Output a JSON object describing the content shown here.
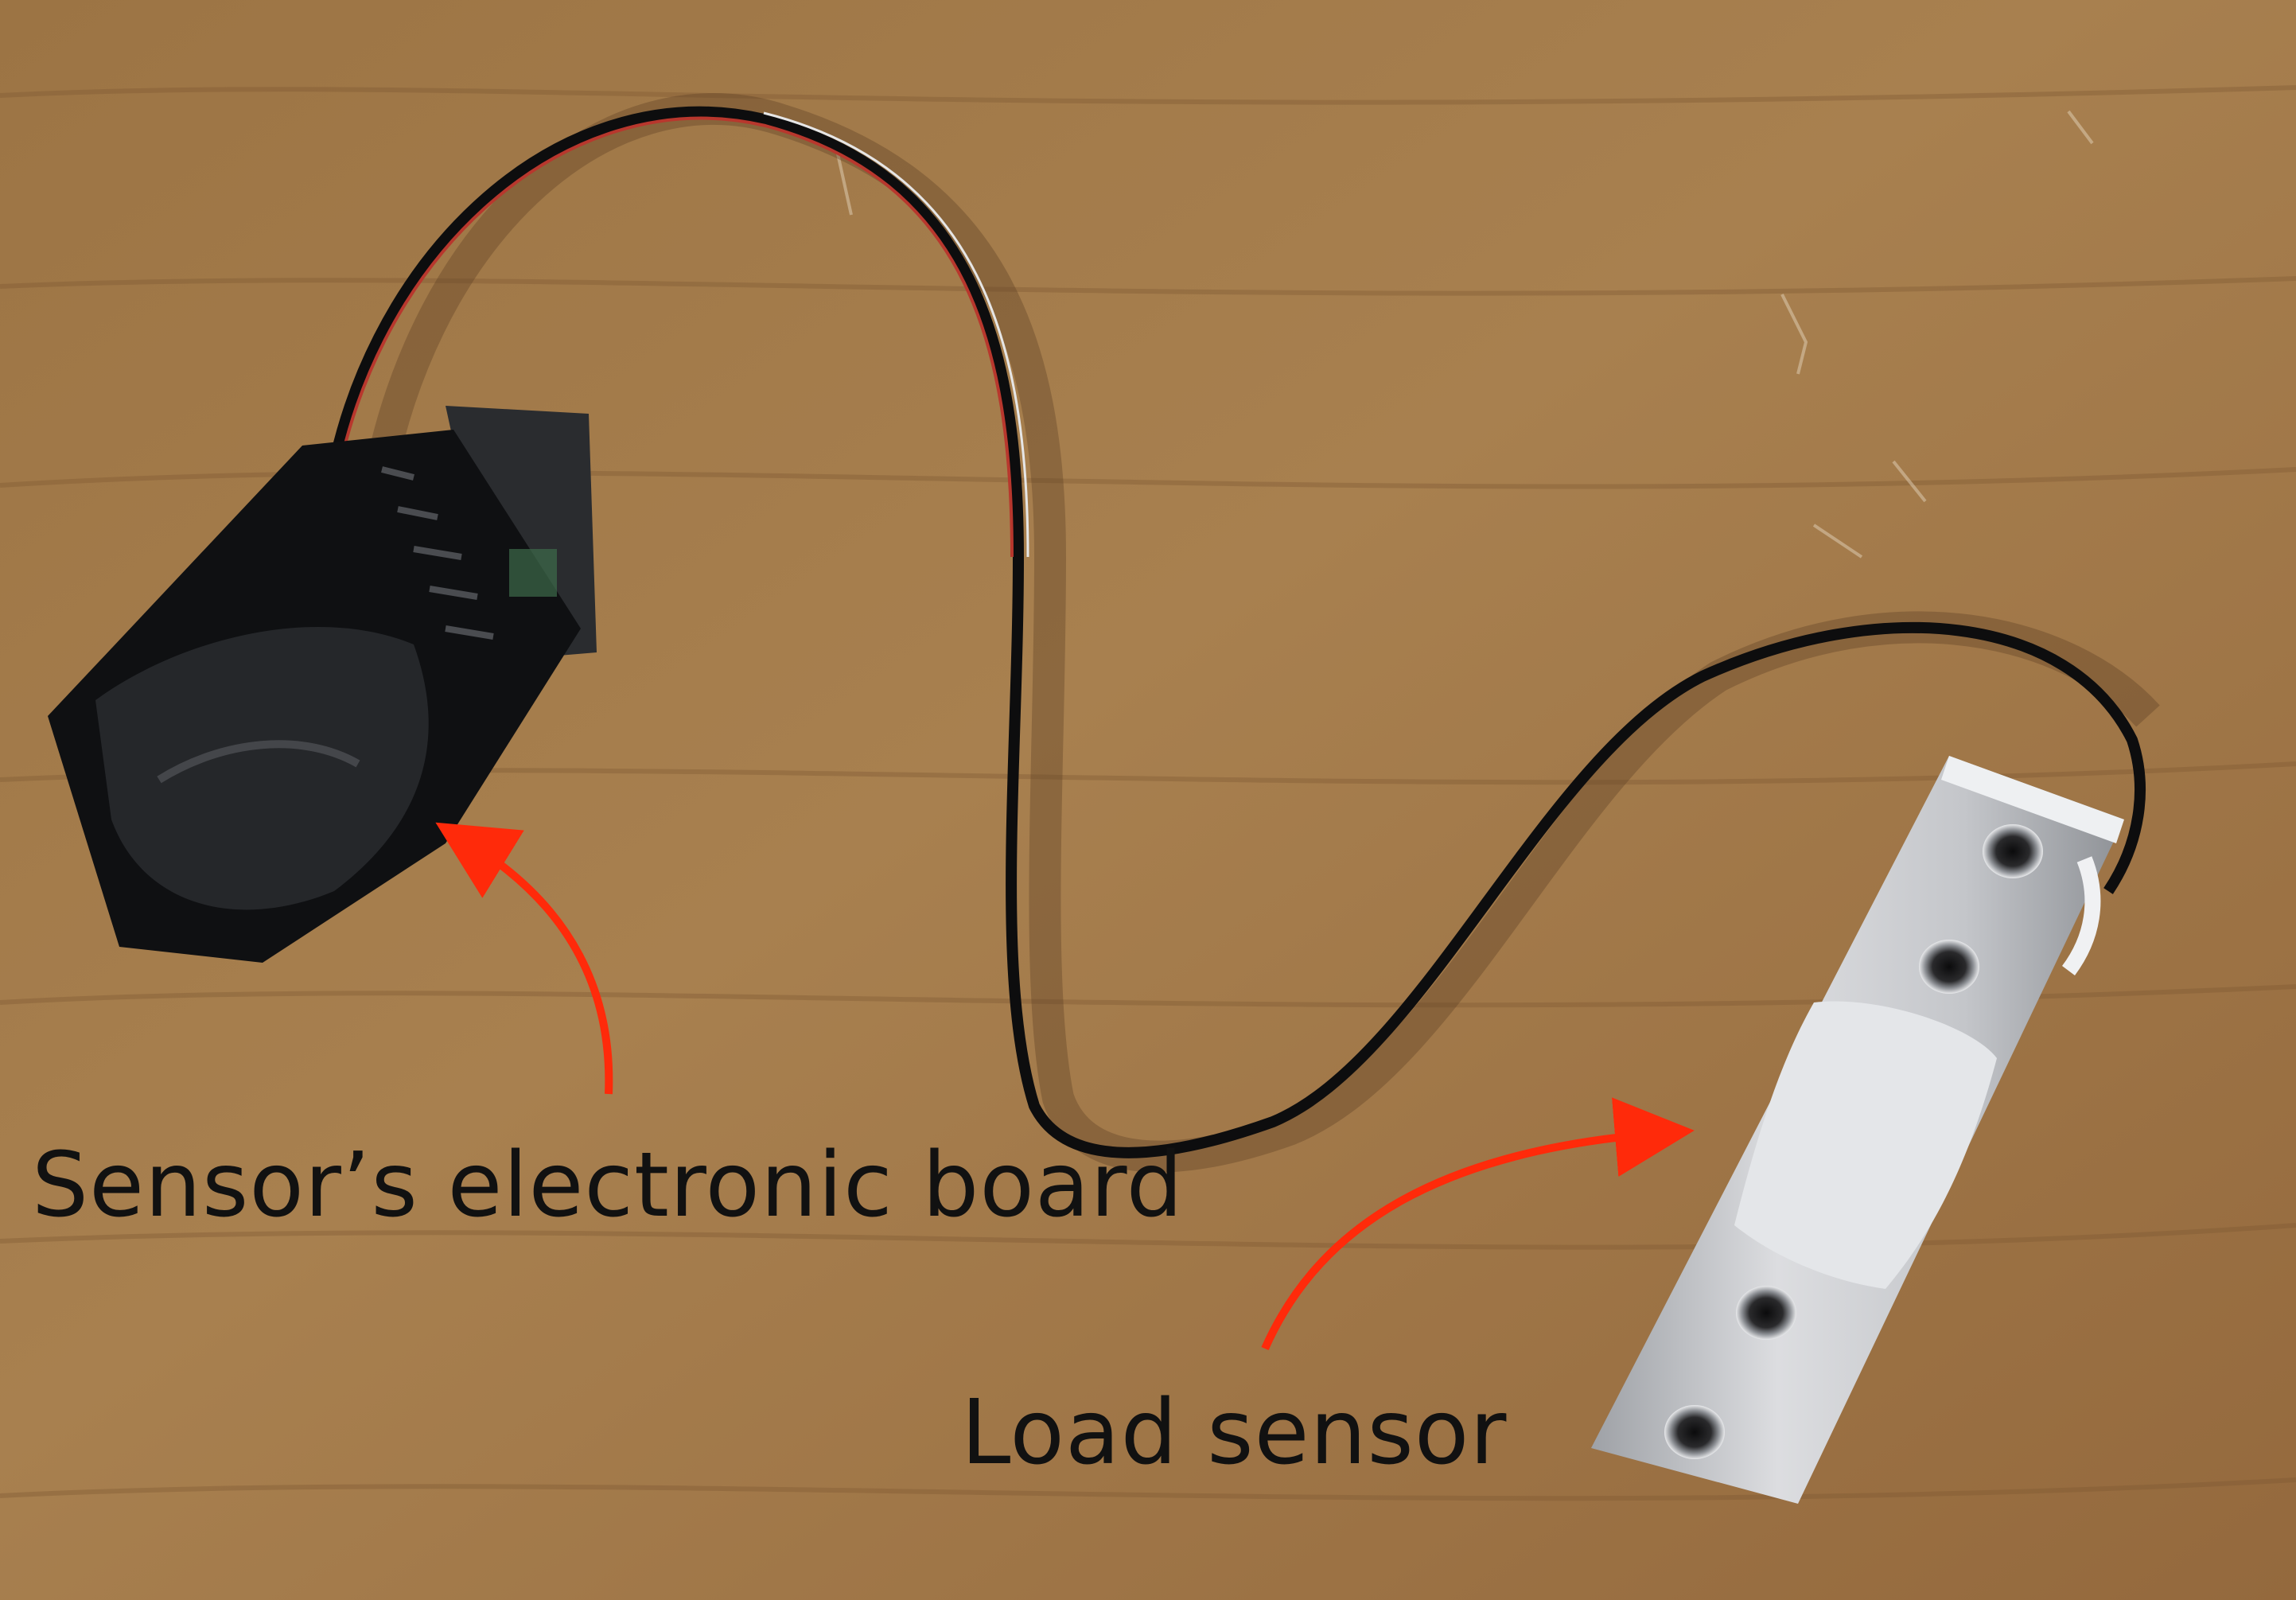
{
  "labels": {
    "board": "Sensor’s electronic board",
    "load": "Load sensor"
  },
  "colors": {
    "wood": "#a57c4b",
    "wood_dark": "#7a5530",
    "arrow": "#ff2a0a",
    "tape": "#111214",
    "aluminum": "#c8c9cc",
    "glue": "#e9ebed",
    "caption_text": "#111111"
  },
  "icons": {
    "arrow_to_board": "red-curved-arrow",
    "arrow_to_load": "red-curved-arrow"
  }
}
